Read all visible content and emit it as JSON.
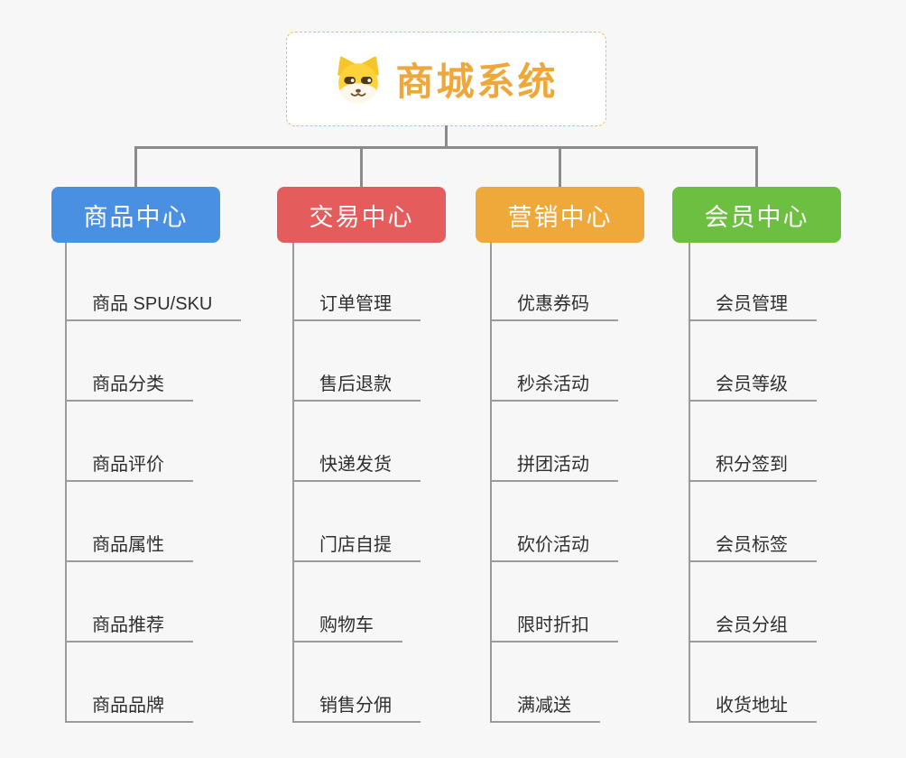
{
  "root": {
    "title": "商城系统",
    "icon": "dog-mascot-icon",
    "title_color": "#f0a73a",
    "border_color": "#eebb63",
    "background": "#ffffff"
  },
  "branches": [
    {
      "label": "商品中心",
      "color": "#4a90e2",
      "items": [
        "商品 SPU/SKU",
        "商品分类",
        "商品评价",
        "商品属性",
        "商品推荐",
        "商品品牌"
      ]
    },
    {
      "label": "交易中心",
      "color": "#e45c5c",
      "items": [
        "订单管理",
        "售后退款",
        "快递发货",
        "门店自提",
        "购物车",
        "销售分佣"
      ]
    },
    {
      "label": "营销中心",
      "color": "#efa93b",
      "items": [
        "优惠券码",
        "秒杀活动",
        "拼团活动",
        "砍价活动",
        "限时折扣",
        "满减送"
      ]
    },
    {
      "label": "会员中心",
      "color": "#6cbf40",
      "items": [
        "会员管理",
        "会员等级",
        "积分签到",
        "会员标签",
        "会员分组",
        "收货地址"
      ]
    }
  ],
  "colors": {
    "canvas_background": "#f7f7f7",
    "tree_connector": "#8b8b8b",
    "leaf_rail_and_underline": "#9b9b9b",
    "leaf_text": "#2f2f2f",
    "header_text": "#ffffff"
  }
}
